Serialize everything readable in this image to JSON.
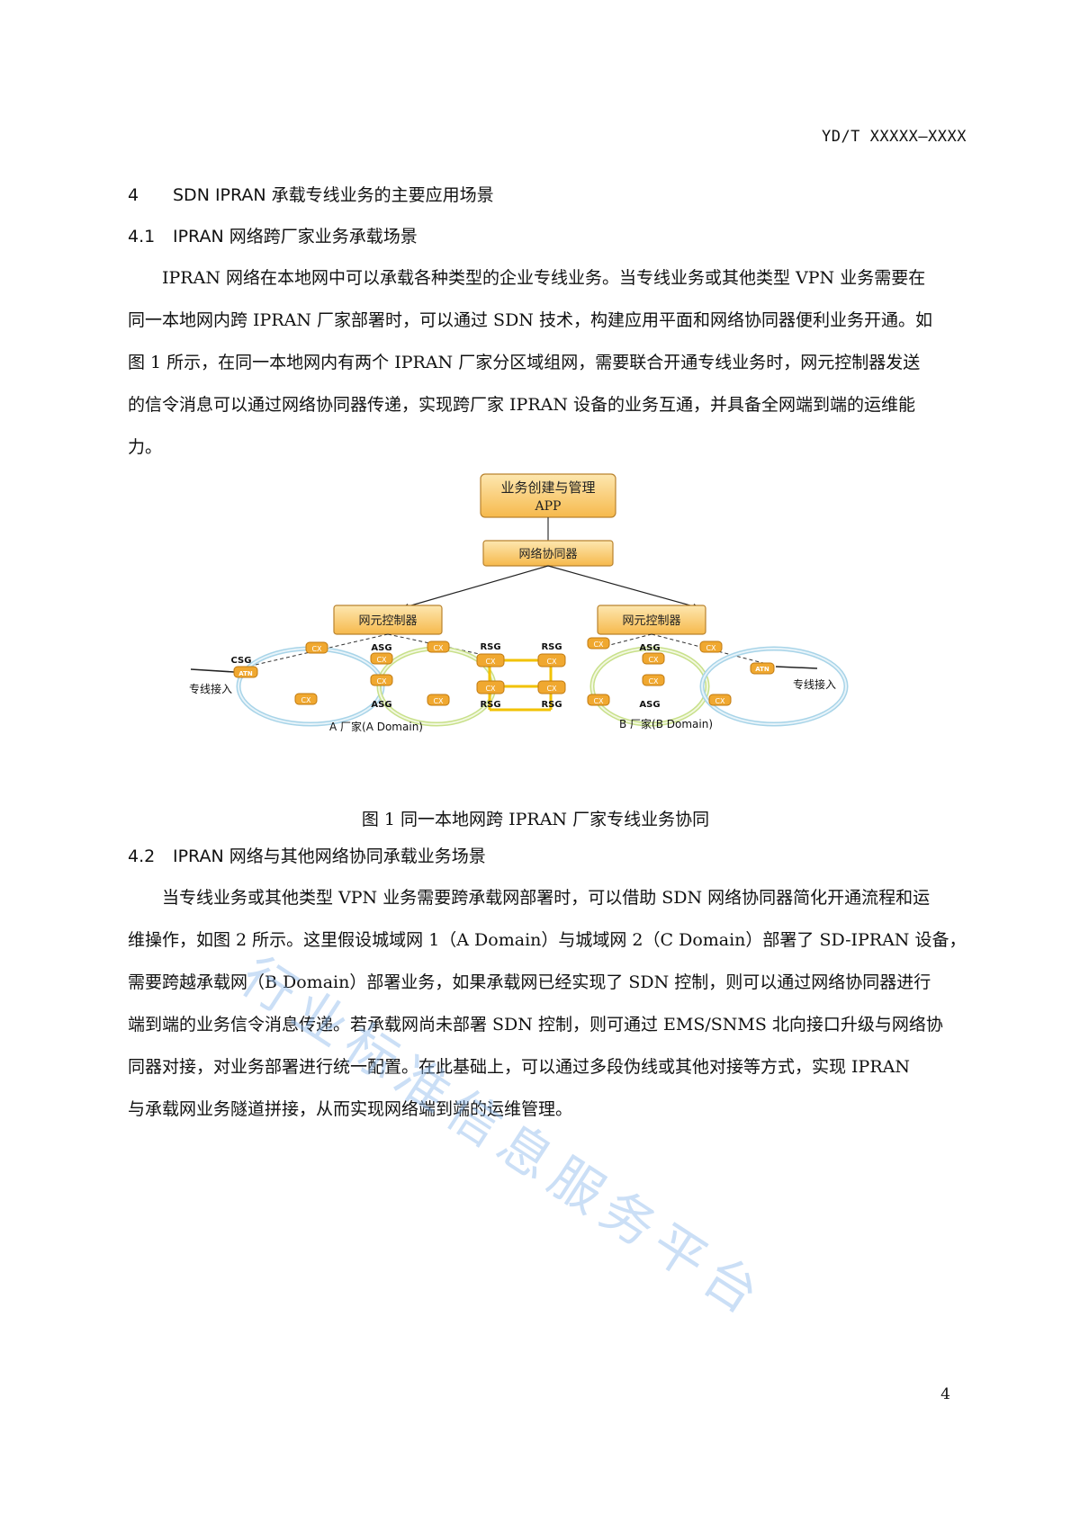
{
  "header": {
    "doc_id": "YD/T XXXXX—XXXX"
  },
  "section4": {
    "num": "4",
    "title": "SDN IPRAN 承载专线业务的主要应用场景"
  },
  "section41": {
    "num": "4.1",
    "title": "IPRAN 网络跨厂家业务承载场景",
    "lines": [
      "　　IPRAN 网络在本地网中可以承载各种类型的企业专线业务。当专线业务或其他类型 VPN 业务需要在",
      "同一本地网内跨 IPRAN 厂家部署时，可以通过 SDN 技术，构建应用平面和网络协同器便利业务开通。如",
      "图 1 所示，在同一本地网内有两个 IPRAN 厂家分区域组网，需要联合开通专线业务时，网元控制器发送",
      "的信令消息可以通过网络协同器传递，实现跨厂家 IPRAN 设备的业务互通，并具备全网端到端的运维能",
      "力。"
    ]
  },
  "figure1": {
    "caption": "图 1  同一本地网跨 IPRAN 厂家专线业务协同",
    "app_box": {
      "line1": "业务创建与管理",
      "line2": "APP"
    },
    "orchestrator": "网络协同器",
    "controller_left": "网元控制器",
    "controller_right": "网元控制器",
    "csg": "CSG",
    "atn": "ATN",
    "asg": "ASG",
    "rsg": "RSG",
    "cx": "CX",
    "access_left": "专线接入",
    "access_right": "专线接入",
    "domain_a": "A 厂家(A Domain)",
    "domain_b": "B 厂家(B Domain)",
    "colors": {
      "box_fill": "#f6b94c",
      "box_border": "#c9882a",
      "ring": "#a8d4e8",
      "ring_green": "#c8e08a",
      "router": "#f0a830",
      "link": "#f2c200"
    }
  },
  "section42": {
    "num": "4.2",
    "title": "IPRAN 网络与其他网络协同承载业务场景",
    "lines": [
      "　　当专线业务或其他类型 VPN 业务需要跨承载网部署时，可以借助 SDN 网络协同器简化开通流程和运",
      "维操作，如图 2 所示。这里假设城域网 1（A Domain）与城域网 2（C Domain）部署了 SD-IPRAN 设备，",
      "需要跨越承载网（B Domain）部署业务，如果承载网已经实现了 SDN 控制，则可以通过网络协同器进行",
      "端到端的业务信令消息传递。若承载网尚未部署 SDN 控制，则可通过 EMS/SNMS 北向接口升级与网络协",
      "同器对接，对业务部署进行统一配置。在此基础上，可以通过多段伪线或其他对接等方式，实现 IPRAN",
      "与承载网业务隧道拼接，从而实现网络端到端的运维管理。"
    ]
  },
  "watermark": "行业标准信息服务平台",
  "page_number": "4"
}
